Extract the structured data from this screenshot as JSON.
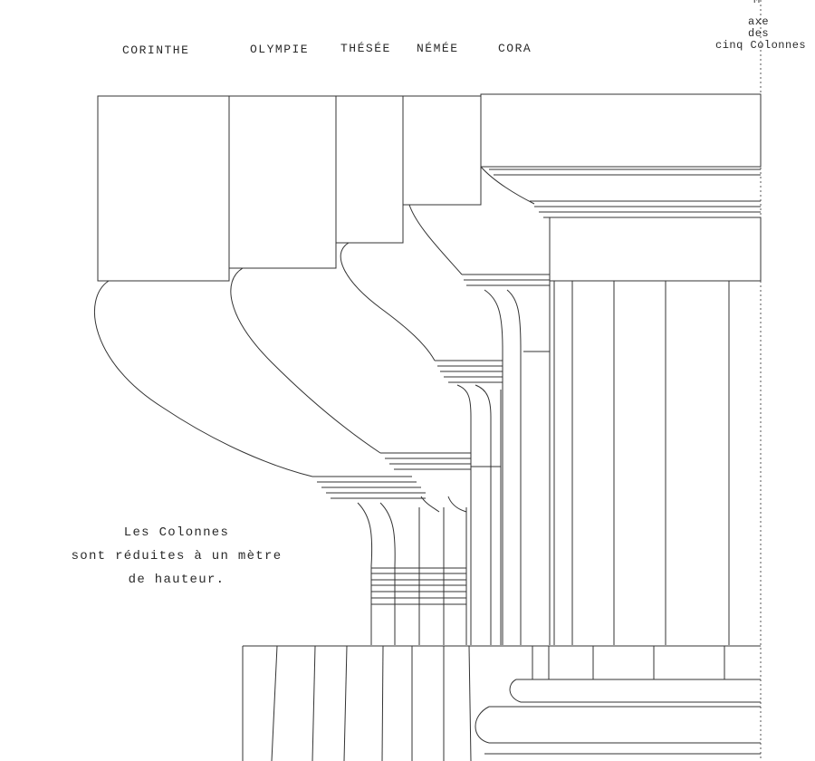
{
  "column_labels": {
    "corinthe": "CORINTHE",
    "olympie": "OLYMPIE",
    "thesee": "THÉSÉE",
    "nemee": "NÉMÉE",
    "cora": "CORA"
  },
  "axis": {
    "marker": "M",
    "line1": "axe",
    "line2": "des",
    "line3": "cinq Colonnes"
  },
  "caption": {
    "line1": "Les Colonnes",
    "line2": "sont réduites à un mètre",
    "line3": "de hauteur."
  },
  "colors": {
    "ink": "#2a2a2a",
    "paper": "#ffffff"
  }
}
